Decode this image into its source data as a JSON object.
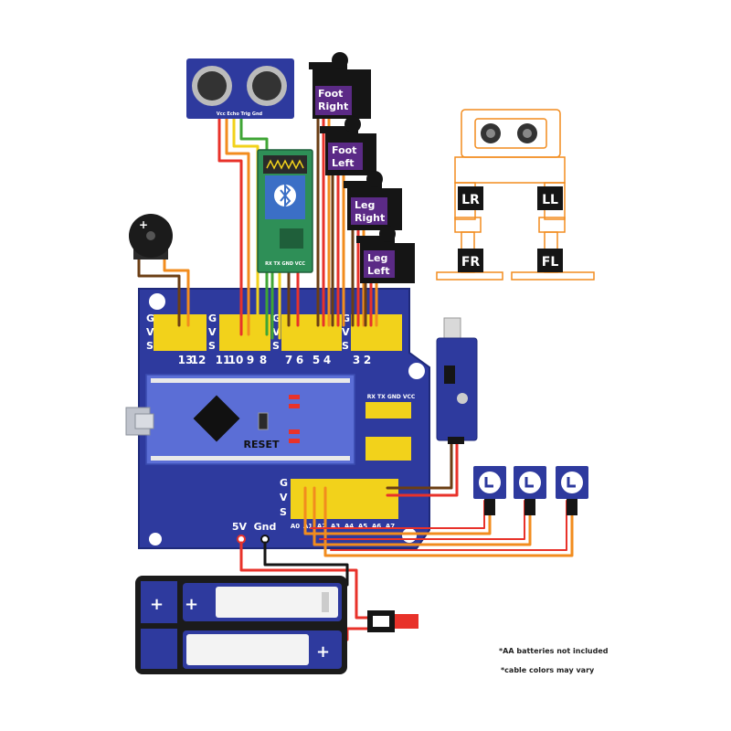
{
  "colors": {
    "board": "#2e3a9e",
    "board_edge": "#1f2a7a",
    "header": "#f2d21b",
    "nano": "#5b6ed6",
    "servo_label": "#5b2a86",
    "wire_orange": "#f28c1e",
    "wire_red": "#e8322a",
    "wire_brown": "#6b3e14",
    "wire_yellow": "#f2d21b",
    "wire_green": "#3fa535",
    "robot_outline": "#f28c1e",
    "battery": "#1b1b1b"
  },
  "ultrasonic": {
    "pins_label": "Vcc Echo Trig Gnd"
  },
  "bluetooth": {
    "pins_label": "RX TX GND VCC",
    "icon": "bluetooth-icon"
  },
  "servos": [
    {
      "line1": "Foot",
      "line2": "Right"
    },
    {
      "line1": "Foot",
      "line2": "Left"
    },
    {
      "line1": "Leg",
      "line2": "Right"
    },
    {
      "line1": "Leg",
      "line2": "Left"
    }
  ],
  "robot": {
    "labels": [
      "LR",
      "LL",
      "FR",
      "FL"
    ]
  },
  "board": {
    "gvs": [
      "G",
      "V",
      "S"
    ],
    "pin_groups": [
      "13",
      "12",
      "11",
      "10",
      "9",
      "8",
      "7",
      "6",
      "5",
      "4",
      "3",
      "2"
    ],
    "reset_label": "RESET",
    "bt_header_label": "RX TX GND VCC",
    "analog_pins": [
      "A0",
      "A1",
      "A2",
      "A3",
      "A4",
      "A5",
      "A6",
      "A7"
    ],
    "power_labels": [
      "5V",
      "Gnd"
    ]
  },
  "battery": {
    "plus": "+"
  },
  "notes": [
    "*AA batteries not included",
    "*cable colors may vary"
  ]
}
